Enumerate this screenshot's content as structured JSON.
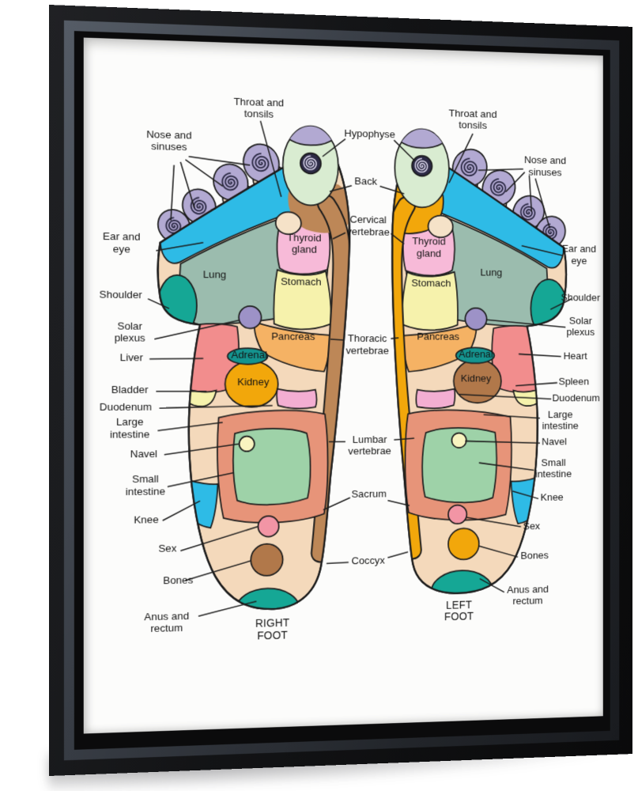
{
  "palette": {
    "canvas": "#fcfcfb",
    "line": "#1c1c1c",
    "text": "#141414",
    "flesh": "#f4d9bb",
    "pad": "#f5e2c8",
    "toepurple": "#b2a9d2",
    "toegreen": "#d9ecd1",
    "spiraldark": "#2c2a45",
    "cyan": "#2ebbe6",
    "lung": "#9bbcae",
    "teal": "#15a795",
    "adrenalteal": "#14948f",
    "pinkzone": "#f7bad8",
    "duopink": "#f3aed2",
    "paleyellow": "#f6f2ac",
    "navelyellow": "#f9f4c0",
    "orangezone": "#f5b264",
    "gold": "#f2a70b",
    "brownzone": "#b1784a",
    "spinebrown": "#bd8757",
    "salmon": "#f28d8d",
    "loop": "#e79479",
    "greenzone": "#9ed2a8",
    "solarpurple": "#9d92c7",
    "sexpink": "#f295a5"
  },
  "left_foot_drawing": {
    "caption": "RIGHT FOOT",
    "zones": {
      "lung": "Lung",
      "thyroid": "Thyroid gland",
      "stomach": "Stomach",
      "pancreas": "Pancreas",
      "adrenal": "Adrenal",
      "kidney": "Kidney"
    }
  },
  "right_foot_drawing": {
    "caption": "LEFT FOOT",
    "zones": {
      "lung": "Lung",
      "thyroid": "Thyroid gland",
      "stomach": "Stomach",
      "pancreas": "Pancreas",
      "adrenal": "Adrenal",
      "kidney": "Kidney"
    }
  },
  "labels": {
    "left": [
      "Throat and tonsils",
      "Nose and sinuses",
      "Ear and eye",
      "Shoulder",
      "Solar plexus",
      "Liver",
      "Bladder",
      "Duodenum",
      "Large intestine",
      "Navel",
      "Small intestine",
      "Knee",
      "Sex",
      "Bones",
      "Anus and rectum"
    ],
    "center": [
      "Hypophyse",
      "Back",
      "Cervical vertebrae",
      "Thoracic vertebrae",
      "Lumbar vertebrae",
      "Sacrum",
      "Coccyx"
    ],
    "right": [
      "Throat and tonsils",
      "Nose and sinuses",
      "Ear and eye",
      "Shoulder",
      "Solar plexus",
      "Heart",
      "Spleen",
      "Duodenum",
      "Large intestine",
      "Navel",
      "Small intestine",
      "Knee",
      "Sex",
      "Bones",
      "Anus and rectum"
    ]
  }
}
